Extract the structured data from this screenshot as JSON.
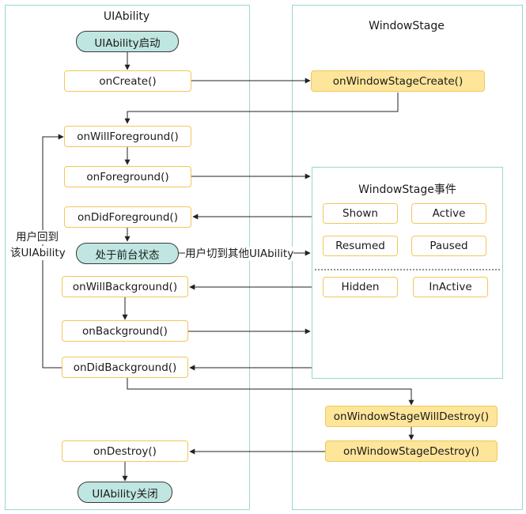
{
  "left_panel": {
    "title": "UIAbility"
  },
  "right_panel": {
    "title": "WindowStage"
  },
  "lifecycle": {
    "start": "UIAbility启动",
    "on_create": "onCreate()",
    "on_will_foreground": "onWillForeground()",
    "on_foreground": "onForeground()",
    "on_did_foreground": "onDidForeground()",
    "foreground_state": "处于前台状态",
    "on_will_background": "onWillBackground()",
    "on_background": "onBackground()",
    "on_did_background": "onDidBackground()",
    "on_destroy": "onDestroy()",
    "end": "UIAbility关闭"
  },
  "window_stage": {
    "on_create": "onWindowStageCreate()",
    "on_will_destroy": "onWindowStageWillDestroy()",
    "on_destroy": "onWindowStageDestroy()"
  },
  "events": {
    "title": "WindowStage事件",
    "shown": "Shown",
    "active": "Active",
    "resumed": "Resumed",
    "paused": "Paused",
    "hidden": "Hidden",
    "inactive": "InActive"
  },
  "labels": {
    "return_line1": "用户回到",
    "return_line2": "该UIAbility",
    "switch": "用户切到其他UIAbility"
  }
}
